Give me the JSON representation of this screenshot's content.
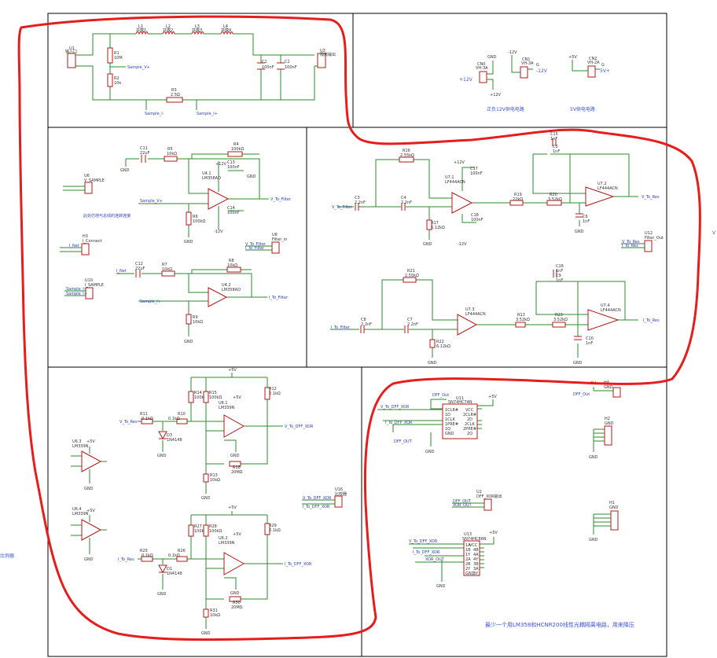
{
  "top_left": {
    "inductors": [
      "L1",
      "L2",
      "L3",
      "L4"
    ],
    "inductor_values": [
      "共模1",
      "共模2",
      "共模3",
      "共模4"
    ],
    "u1": "U1",
    "u1_sub": "输入口",
    "r1": "R1",
    "r1_val": "10M",
    "r2": "R2",
    "r2_val": "10k",
    "r3": "R3",
    "r3_val": "2.5Ω",
    "c1": "C1",
    "c1_val": "100nF",
    "c2": "C2",
    "c2_val": "100nF",
    "u3": "U3",
    "u3_sub": "隔离输出",
    "net_sample_v": "Sample_V+",
    "net_sample_i1": "Sample_I-",
    "net_sample_i2": "Sample_I+"
  },
  "top_right": {
    "cn0": "CN0",
    "cn0_val": "VH-3A",
    "gnd0": "GND",
    "cn1": "CN1",
    "cn1_val": "VH-3A",
    "neg12": "-12V",
    "cn2": "CN2",
    "cn2_val": "VH-2A",
    "v12": "+12V",
    "v12b": "+12V",
    "neg12b": "-12V",
    "v5": "+5V",
    "v5b": "5V+",
    "g": "G",
    "note_pm12": "正负12V供电电路",
    "note_5v": "5V供电电路"
  },
  "mid_left": {
    "c11": "C11",
    "c11_val": "22uF",
    "r5": "R5",
    "r5_val": "10kΩ",
    "r4": "R4",
    "r4_val": "100kΩ",
    "c13": "C13",
    "c13_val": "100nF",
    "c14": "C14",
    "c14_val": "100nF",
    "u4": "U4.1",
    "u4_val": "LM358AD",
    "r6": "R6",
    "r6_val": "100kΩ",
    "plus12": "+12V",
    "minus12": "-12V",
    "gnd": "GND",
    "u6": "U6",
    "u6_name": "V_SAMPLE",
    "net_v_to_filter": "V_To_Filter",
    "net_sample_v": "Sample_V+",
    "note_sample": "此处仍地与总线的连转连接",
    "h3": "H3",
    "h3_name": "I_Connect",
    "net_i_net": "I_Net",
    "u8": "U8",
    "u8_name": "Filter_in",
    "net_v_filter": "V_To_Filter",
    "net_i_filter": "I_To_Filter",
    "u10": "U10",
    "u10_name": "I_SAMPLE",
    "net_sample_i": "Sample_I-",
    "net_sample_ip": "Sample_I+",
    "c12": "C12",
    "c12_val": "22uF",
    "r7": "R7",
    "r7_val": "10kΩ",
    "r8": "R8",
    "r8_val": "10kΩ",
    "u42": "U4.2",
    "u42_val": "LM358AD",
    "r9": "R9",
    "r9_val": "10kΩ",
    "net_i_to_filter": "I_To_Filter"
  },
  "mid_right": {
    "r16": "R16",
    "r16_val": "2.55kΩ",
    "c3": "C3",
    "c3_val": "2.2nF",
    "c4": "C4",
    "c4_val": "2.2nF",
    "c17": "C17",
    "c17_val": "100nF",
    "c18": "C18",
    "c18_val": "100nF",
    "u71": "U7.1",
    "u71_val": "LF444ACN",
    "r17": "R17",
    "r17_val": "6.12kΩ",
    "r19": "R19",
    "r19_val": "22kΩ",
    "r20": "R20",
    "r20_val": "3.52kΩ",
    "c15": "C15",
    "c15_val": "1nF",
    "c5": "C5",
    "c5_val": "1nF",
    "c6": "C6",
    "c6_val": "1nF",
    "u72": "U7.2",
    "u72_val": "LF444ACN",
    "net_v_to_res": "V_To_Res",
    "net_v_to_filter": "V_To_Filter",
    "u12": "U12",
    "u12_name": "Filter_Out",
    "r21": "R21",
    "r21_val": "2.55kΩ",
    "c8": "C8",
    "c8_val": "2.2nF",
    "c7": "C7",
    "c7_val": "2.2nF",
    "u73": "U7.3",
    "u73_val": "LF444ACN",
    "r22": "R22",
    "r22_val": "6.12kΩ",
    "r13": "R13",
    "r13_val": "3.52kΩ",
    "r23": "R23",
    "r23_val": "3.52kΩ",
    "c16": "C16",
    "c16_val": "1nF",
    "c9": "C9",
    "c9_val": "1nF",
    "c10": "C10",
    "c10_val": "1nF",
    "u74": "U7.4",
    "u74_val": "LF444ACN",
    "net_i_to_res": "I_To_Res",
    "net_i_to_filter": "I_To_Filter",
    "plus12": "+12V",
    "minus12": "-12V",
    "gnd": "GND"
  },
  "bottom_left": {
    "r11": "R11",
    "r11_val": "0.1kΩ",
    "r10": "R10",
    "r10_val": "0.1kΩ",
    "d3": "D3",
    "d3_val": "1N4148",
    "r14": "R14",
    "r14_val": "100kΩ",
    "r15": "R15",
    "r15_val": "100kΩ",
    "r12": "R12",
    "r12_val": "2.1kΩ",
    "u61": "U6.1",
    "u61_val": "LM339N",
    "r13": "R13",
    "r13_val": "10kΩ",
    "r18": "R18",
    "r18_val": "20MΩ",
    "net_v_to_res": "V_To_Res",
    "net_v_to_diff": "V_To_DFF_XOR",
    "u63": "U6.3",
    "u63_val": "LM339N",
    "u64": "U6.4",
    "u64_val": "LM339N",
    "u16": "U16",
    "u16_name": "比较器",
    "net_i_to_diff": "I_To_DFF_XOR",
    "r27": "R27",
    "r27_val": "100kΩ",
    "r28": "R28",
    "r28_val": "100kΩ",
    "r29": "R29",
    "r29_val": "2.1kΩ",
    "u62": "U6.2",
    "u62_val": "LM339N",
    "r25": "R25",
    "r25_val": "0.1kΩ",
    "r26": "R26",
    "r26_val": "0.1kΩ",
    "d1": "D1",
    "d1_val": "1N4148",
    "r31": "R31",
    "r31_val": "10kΩ",
    "r30": "R30",
    "r30_val": "20MΩ",
    "net_i_to_res": "I_To_Res",
    "plus5": "+5V",
    "gnd": "GND"
  },
  "bottom_right": {
    "u11": "U11",
    "u11_val": "SN74HC74N",
    "u11_pins_l": [
      "1CLR#",
      "1D",
      "1CLK",
      "1PRE#",
      "1Q",
      "GND"
    ],
    "u11_pins_r": [
      "VCC",
      "2CLR#",
      "2D",
      "2CLK",
      "2PRE#",
      "2Q"
    ],
    "net_diff_out": "DFF_Out",
    "net_v_to_diff": "V_To_DFF_XOR",
    "net_i_to_diff": "I_To_DFF_XOR",
    "net_dff_out2": "DFF_OUT",
    "h4": "H4",
    "h4_name": "GND",
    "h2": "H2",
    "h2_name": "GND",
    "h1": "H1",
    "h1_name": "GND",
    "u2": "U2",
    "u2_name": "DFF_XOR输出",
    "net_dff_out3": "DFF_OUT",
    "net_xor_out": "XOR_OUT",
    "u13": "U13",
    "u13_val": "SN74HC86N",
    "u13_pins_l": [
      "1A",
      "1B",
      "1Y",
      "2A",
      "2B",
      "2Y",
      "GND"
    ],
    "u13_pins_r": [
      "VCC",
      "4B",
      "4A",
      "4Y",
      "3B",
      "3A",
      "3Y"
    ],
    "net_v_to_diff2": "V_To_DFF_XOR",
    "net_xor_out2": "XOR_OUT",
    "plus5": "+5V",
    "gnd": "GND",
    "note_bottom": "最少一个用LM358和HCNR200线性光耦隔离电路，用来降压"
  },
  "margin": {
    "left_note": "比例器",
    "right_note": "V"
  }
}
